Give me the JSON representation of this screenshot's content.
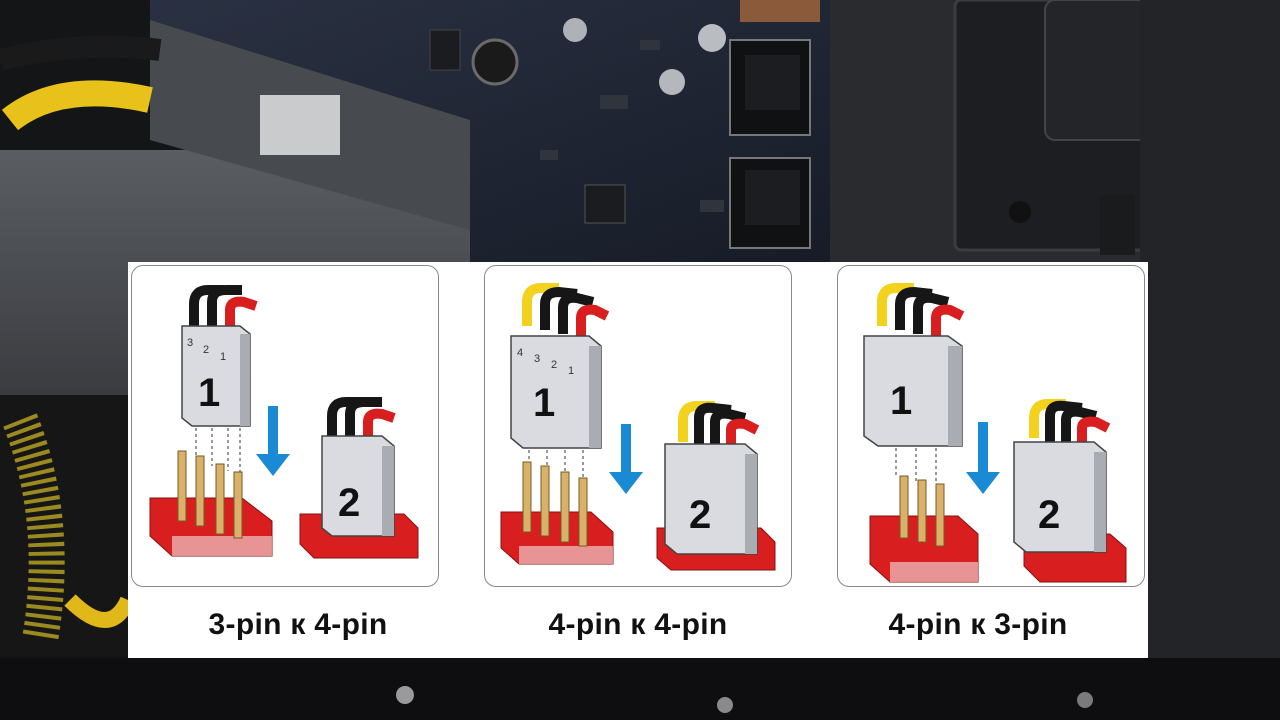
{
  "background": {
    "scene": "motherboard-fan-headers-photo",
    "colors": {
      "pcb": "#1c2230",
      "case": "#2a2b2e",
      "cable": "#e8c21a"
    }
  },
  "diagram": {
    "panels": [
      {
        "caption": "3-pin к 4-pin",
        "connector_label": "1",
        "header_label": "2",
        "pin_numbers": [
          "3",
          "2",
          "1"
        ],
        "wires": [
          "black",
          "black",
          "red"
        ]
      },
      {
        "caption": "4-pin к 4-pin",
        "connector_label": "1",
        "header_label": "2",
        "pin_numbers": [
          "4",
          "3",
          "2",
          "1"
        ],
        "wires": [
          "yellow",
          "black",
          "black",
          "red"
        ]
      },
      {
        "caption": "4-pin к 3-pin",
        "connector_label": "1",
        "header_label": "2",
        "pin_numbers": [],
        "wires": [
          "yellow",
          "black",
          "black",
          "red"
        ]
      }
    ],
    "colors": {
      "header": "#d81e1e",
      "arrow": "#1a8ad4",
      "connector": "#d9dbe0",
      "wire_yellow": "#f2d21c",
      "wire_red": "#d81e1e",
      "wire_black": "#161616"
    }
  }
}
